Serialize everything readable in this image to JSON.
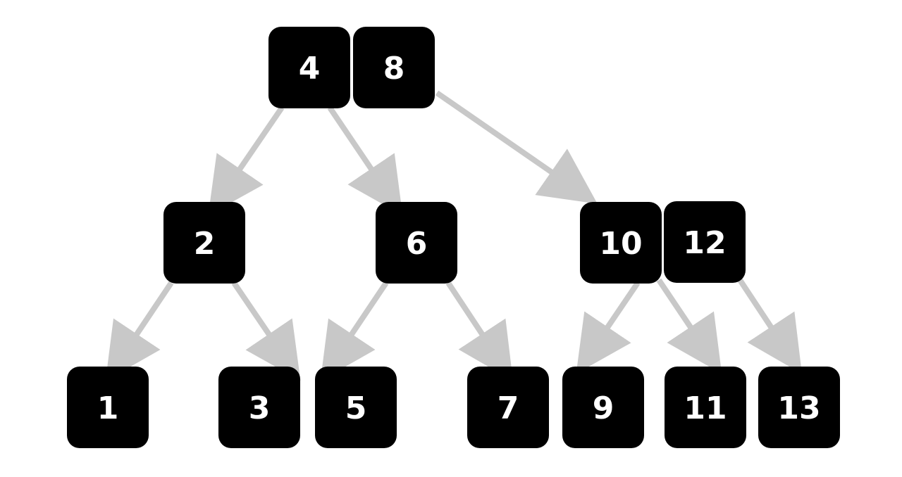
{
  "colors": {
    "background": "#ffffff",
    "node_fill": "#000000",
    "node_text": "#ffffff",
    "edge": "#c8c8c8"
  },
  "nodes": [
    {
      "id": "n4",
      "label": "4"
    },
    {
      "id": "n8",
      "label": "8"
    },
    {
      "id": "n2",
      "label": "2"
    },
    {
      "id": "n6",
      "label": "6"
    },
    {
      "id": "n10",
      "label": "10"
    },
    {
      "id": "n12",
      "label": "12"
    },
    {
      "id": "n1",
      "label": "1"
    },
    {
      "id": "n3",
      "label": "3"
    },
    {
      "id": "n5",
      "label": "5"
    },
    {
      "id": "n7",
      "label": "7"
    },
    {
      "id": "n9",
      "label": "9"
    },
    {
      "id": "n11",
      "label": "11"
    },
    {
      "id": "n13",
      "label": "13"
    }
  ],
  "edges": [
    {
      "from": "4",
      "to": "2"
    },
    {
      "from": "4",
      "to": "6"
    },
    {
      "from": "8",
      "to": "10"
    },
    {
      "from": "2",
      "to": "1"
    },
    {
      "from": "2",
      "to": "3"
    },
    {
      "from": "6",
      "to": "5"
    },
    {
      "from": "6",
      "to": "7"
    },
    {
      "from": "10",
      "to": "9"
    },
    {
      "from": "10",
      "to": "11"
    },
    {
      "from": "12",
      "to": "13"
    }
  ]
}
